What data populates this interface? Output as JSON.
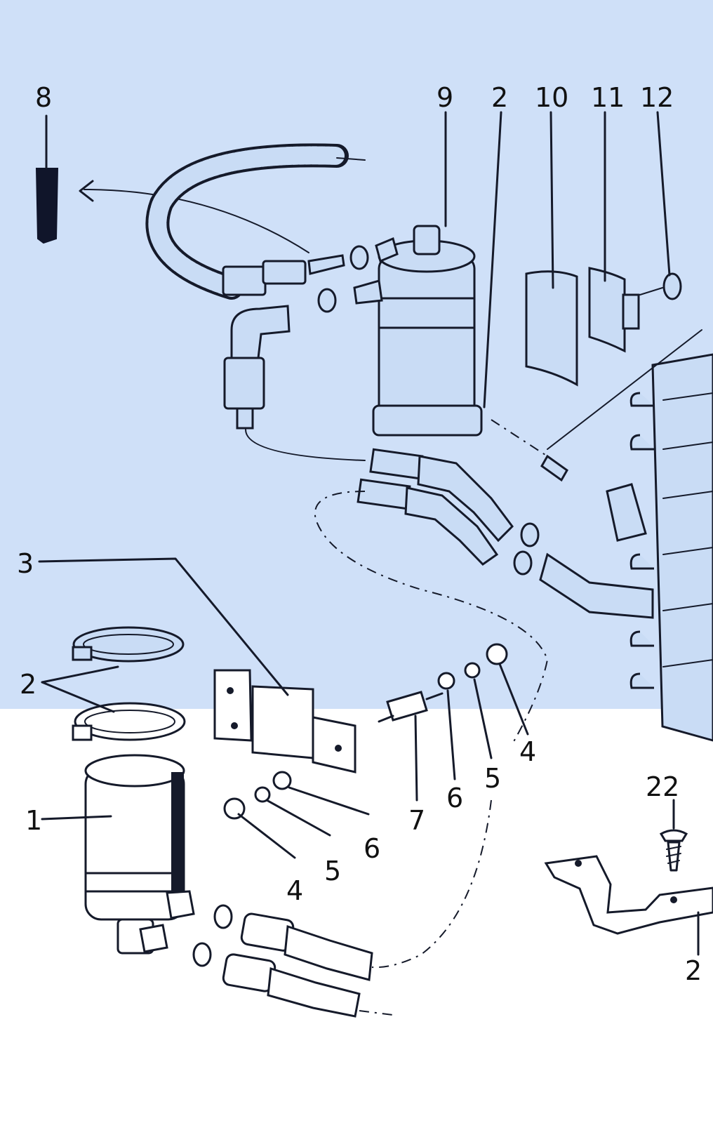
{
  "colors": {
    "highlight": "#cfe0f8",
    "ink": "#151a2a",
    "paper": "#ffffff"
  },
  "callouts": {
    "c1": "1",
    "c2a": "2",
    "c2b": "2",
    "c3": "3",
    "c4a": "4",
    "c4b": "4",
    "c5a": "5",
    "c5b": "5",
    "c6a": "6",
    "c6b": "6",
    "c7": "7",
    "c8": "8",
    "c9": "9",
    "c10": "10",
    "c11": "11",
    "c12": "12",
    "c22": "22",
    "c2edge": "2"
  }
}
